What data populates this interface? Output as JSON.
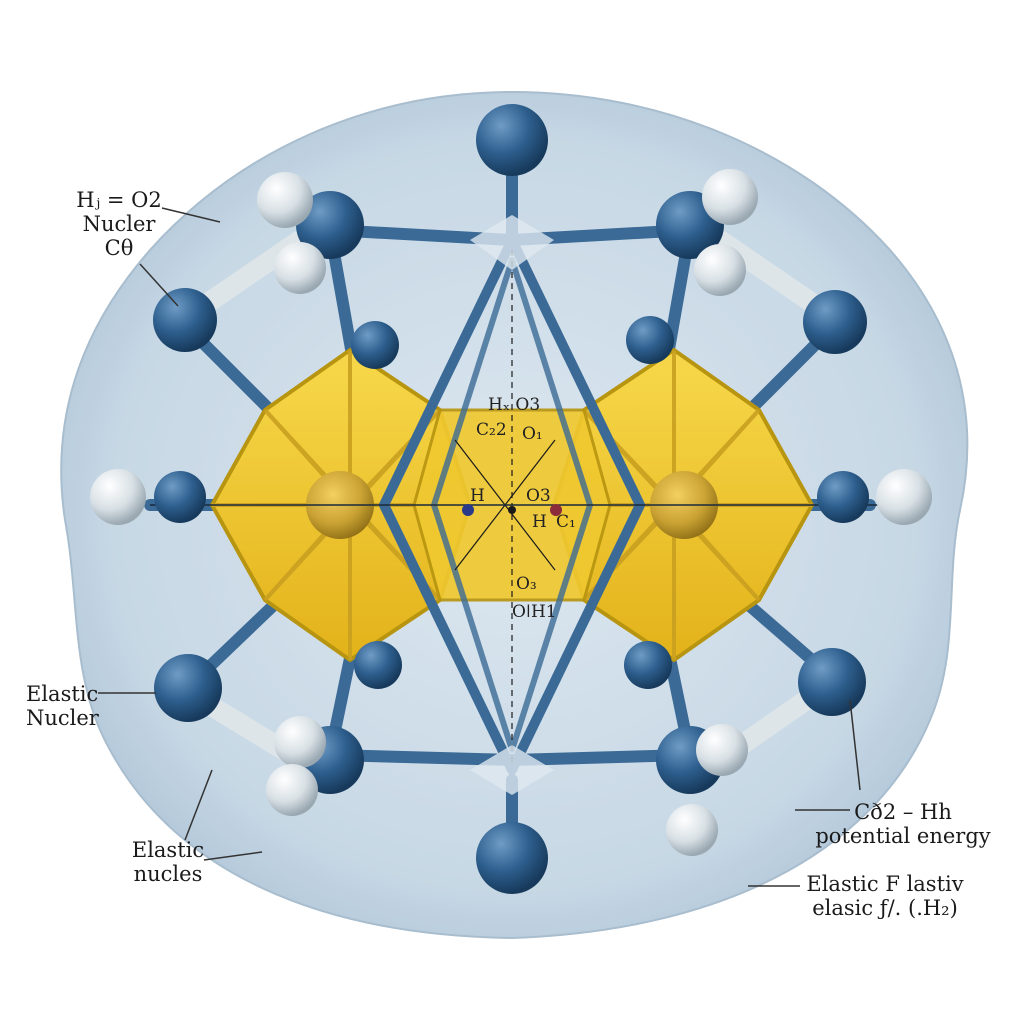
{
  "labels": {
    "top_left": {
      "line1": "Hⱼ = O2",
      "line2": "Nucler",
      "line3": "Cθ"
    },
    "mid_left": {
      "line1": "Elastic",
      "line2": "Nucler"
    },
    "bottom_left": {
      "line1": "Elastic",
      "line2": "nucles"
    },
    "bottom_right_1": {
      "line1": "Cð2 – Hh",
      "line2": "potential energy"
    },
    "bottom_right_2": {
      "line1": "Elastic F lastiv",
      "line2": "elasic ƒ/.  (.H₂)"
    }
  },
  "inner_labels": {
    "top": [
      "Hₓ O3",
      "C₂2",
      "O₁"
    ],
    "center": [
      "H",
      "O3",
      "H",
      "C₁"
    ],
    "bottom": [
      "O₃",
      "OǀH1"
    ]
  },
  "colors": {
    "shell": "#c8d8e6",
    "shell_edge": "#9fb6c9",
    "atom_blue": "#2e5f8e",
    "atom_white": "#dfe6ea",
    "polyhedron": "#f2c52a",
    "polyhedron_edge": "#b89510",
    "bond": "#3b6a96"
  }
}
